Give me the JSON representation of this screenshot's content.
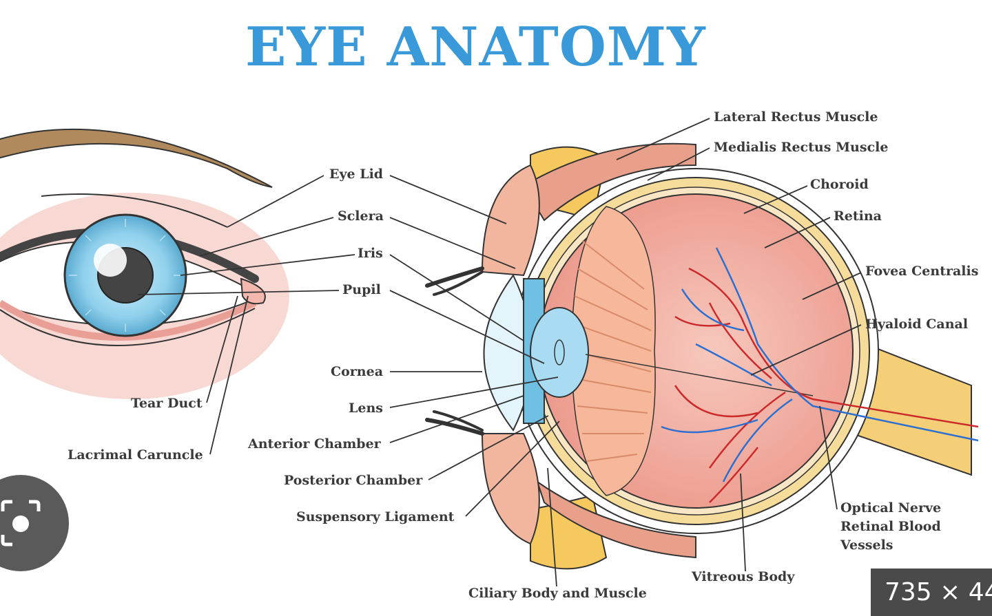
{
  "title": "EYE ANATOMY",
  "labels": {
    "eye_lid": "Eye Lid",
    "sclera": "Sclera",
    "iris": "Iris",
    "pupil": "Pupil",
    "cornea": "Cornea",
    "lens": "Lens",
    "anterior_chamber": "Anterior Chamber",
    "posterior_chamber": "Posterior Chamber",
    "suspensory_ligament": "Suspensory Ligament",
    "ciliary_body": "Ciliary Body and Muscle",
    "tear_duct": "Tear Duct",
    "lacrimal_caruncle": "Lacrimal Caruncle",
    "lateral_rectus": "Lateral Rectus Muscle",
    "medialis_rectus": "Medialis Rectus Muscle",
    "choroid": "Choroid",
    "retina": "Retina",
    "fovea": "Fovea Centralis",
    "hyaloid": "Hyaloid Canal",
    "optical_nerve": "Optical Nerve",
    "retinal_blood": "Retinal Blood",
    "vessels": "Vessels",
    "vitreous": "Vitreous Body"
  },
  "image_size_badge": "735 × 44",
  "icons": {
    "lens_button": "camera-lens-icon"
  },
  "colors": {
    "title": "#3a9ad9",
    "iris": "#8fd0ec",
    "eyebrow": "#b08a5c",
    "muscle": "#e8a08a",
    "fat": "#f6c95e",
    "nerve": "#f4cf78",
    "vessel_red": "#cc2a2a",
    "vessel_blue": "#2c6fd1"
  }
}
